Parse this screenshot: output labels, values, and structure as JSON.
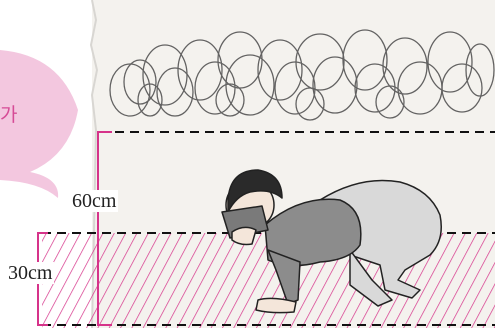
{
  "labels": {
    "height_upper": "60cm",
    "height_lower": "30cm",
    "bubble_visible_text": "가"
  },
  "colors": {
    "accent_pink": "#d6338a",
    "bubble_fill": "#f3c7df",
    "smoke": "#4a4a4a",
    "paper": "#f4f2ee",
    "shirt": "#8c8c8c",
    "pants": "#d9d9d9"
  },
  "icons": {
    "smoke": "smoke-cloud",
    "person": "crawling-child",
    "bubble": "speech-bubble",
    "hatch": "hatched-safe-zone"
  }
}
